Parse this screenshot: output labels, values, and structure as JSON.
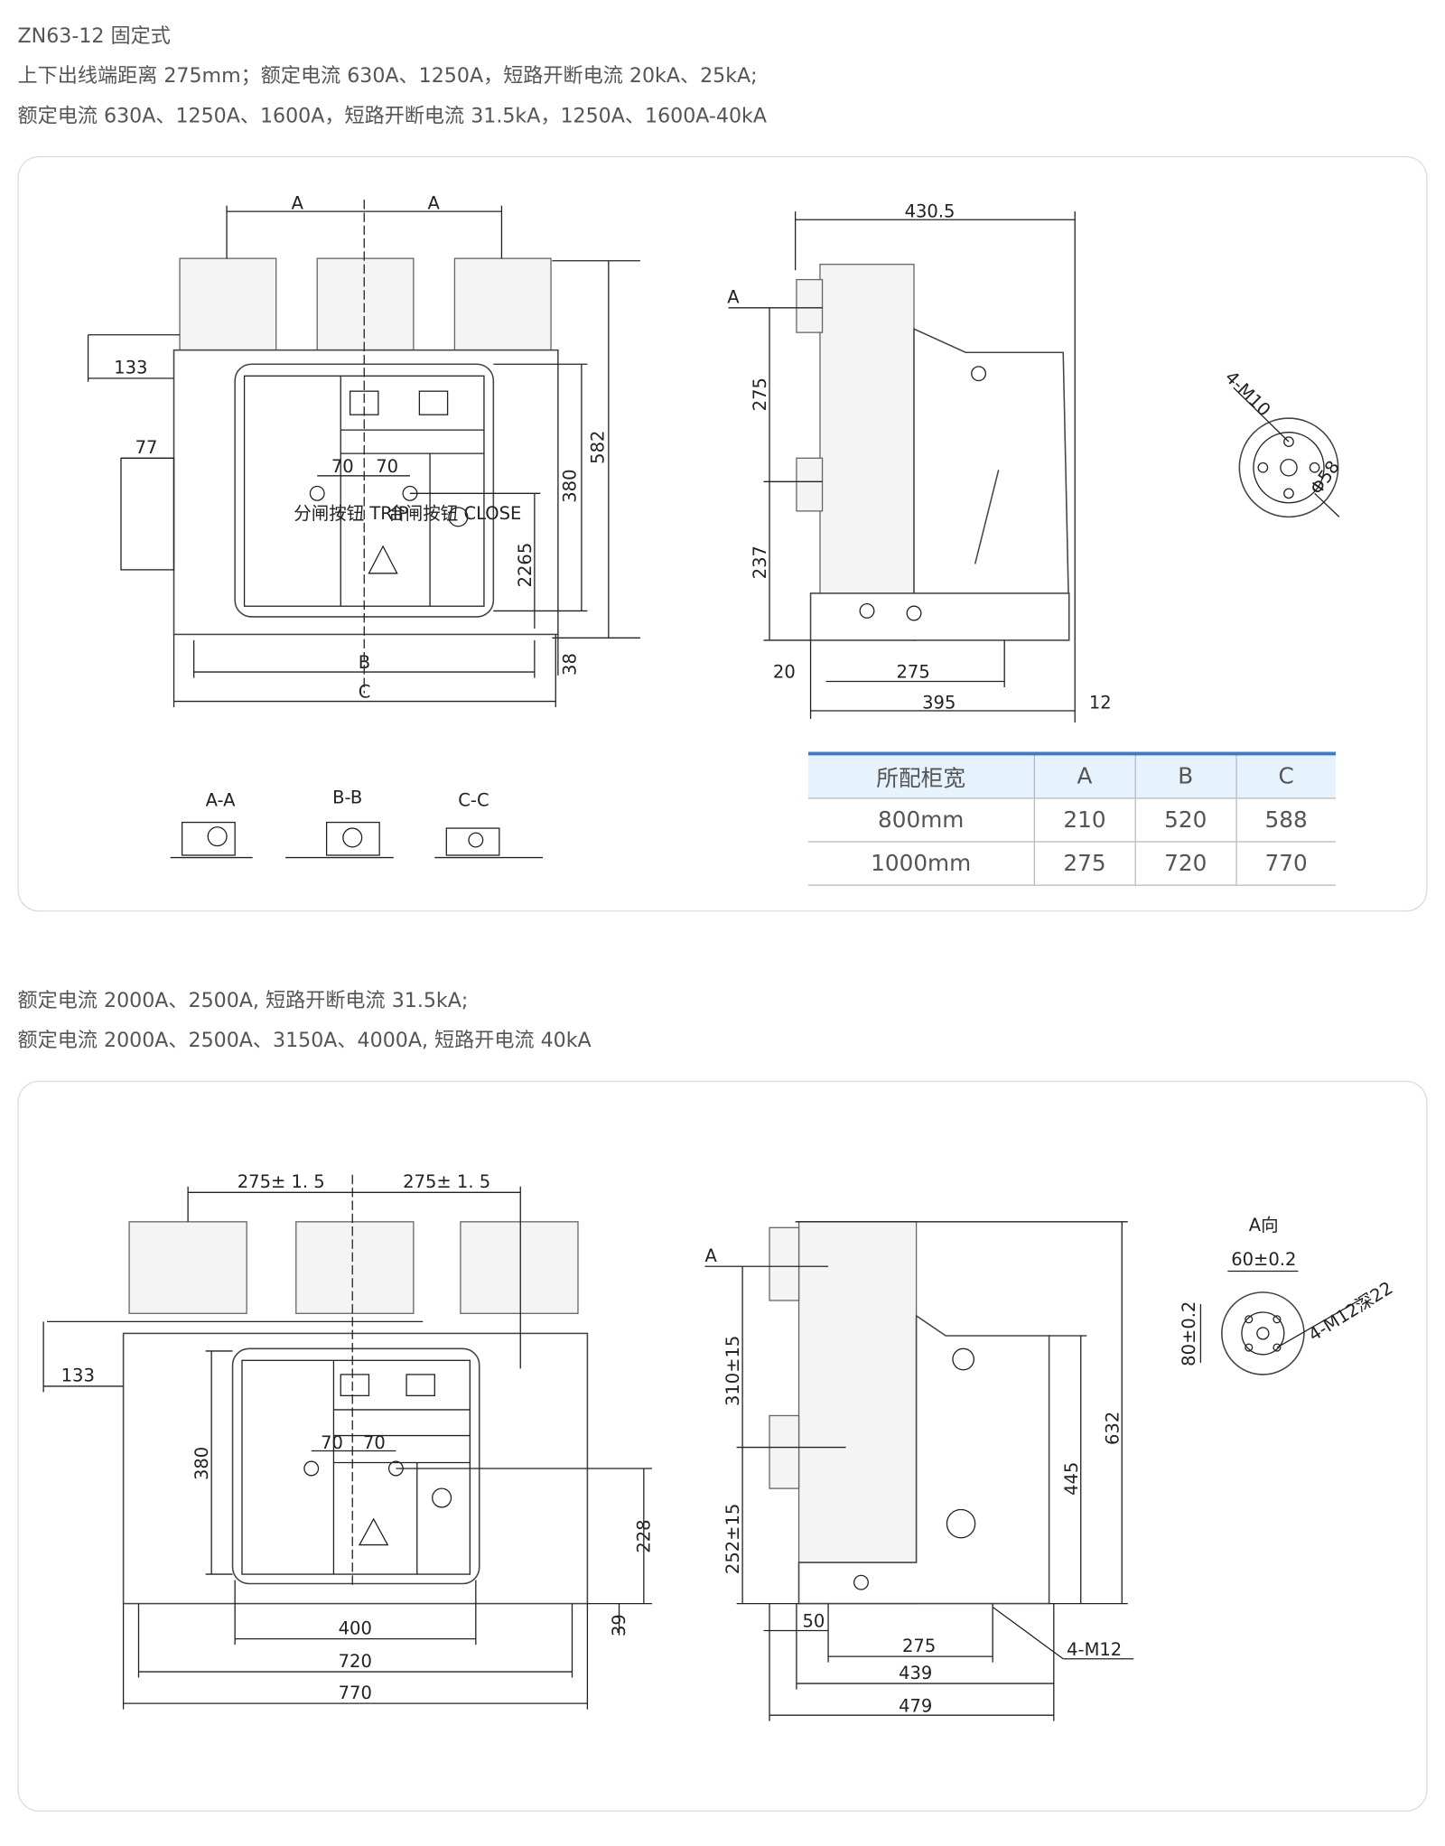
{
  "section1": {
    "title": "ZN63-12 固定式",
    "line1": "上下出线端距离 275mm；额定电流 630A、1250A，短路开断电流 20kA、25kA;",
    "line2": "额定电流 630A、1250A、1600A，短路开断电流 31.5kA，1250A、1600A-40kA",
    "front": {
      "A1": "A",
      "A2": "A",
      "d133": "133",
      "d77": "77",
      "d70a": "70",
      "d70b": "70",
      "d582": "582",
      "d380": "380",
      "d2265": "2265",
      "d38": "38",
      "B": "B",
      "C": "C",
      "trip": "分闸按钮 TRIP",
      "close": "合闸按钮 CLOSE"
    },
    "side": {
      "d4305": "430.5",
      "A": "A",
      "d275v": "275",
      "d237": "237",
      "d20": "20",
      "d275": "275",
      "d395": "395",
      "d12": "12"
    },
    "flange": {
      "m10": "4-M10",
      "phi58": "Φ58"
    },
    "sections": [
      "A-A",
      "B-B",
      "C-C"
    ],
    "table": {
      "headers": [
        "所配柜宽",
        "A",
        "B",
        "C"
      ],
      "rows": [
        [
          "800mm",
          "210",
          "520",
          "588"
        ],
        [
          "1000mm",
          "275",
          "720",
          "770"
        ]
      ]
    }
  },
  "section2": {
    "line1": "额定电流 2000A、2500A, 短路开断电流 31.5kA;",
    "line2": "额定电流 2000A、2500A、3150A、4000A, 短路开电流 40kA",
    "front": {
      "t1": "275± 1. 5",
      "t2": "275± 1. 5",
      "d133": "133",
      "d380": "380",
      "d70a": "70",
      "d70b": "70",
      "d228": "228",
      "d39": "39",
      "d400": "400",
      "d720": "720",
      "d770": "770"
    },
    "side": {
      "A": "A",
      "d310": "310±15",
      "d252": "252±15",
      "d632": "632",
      "d445": "445",
      "d50": "50",
      "d275": "275",
      "d439": "439",
      "d479": "479",
      "m12": "4-M12"
    },
    "flange": {
      "view": "A向",
      "d60": "60±0.2",
      "d80": "80±0.2",
      "m12": "4-M12深22"
    }
  }
}
